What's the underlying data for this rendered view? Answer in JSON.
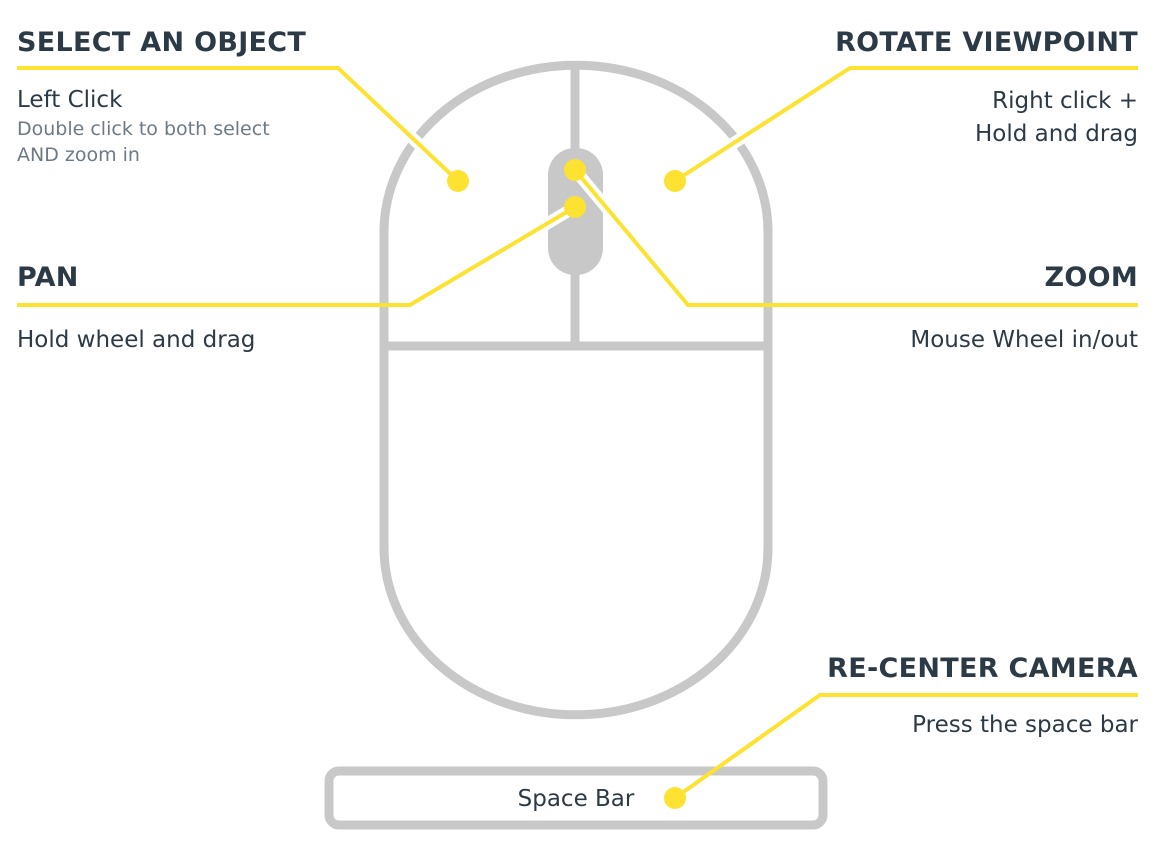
{
  "colors": {
    "accent": "#fde232",
    "heading": "#2c3a46",
    "subtext": "#6d7a86",
    "mouse": "#c8c8c8"
  },
  "select": {
    "title": "SELECT AN OBJECT",
    "line1": "Left Click",
    "line2": "Double click to both select",
    "line3": "AND zoom in"
  },
  "rotate": {
    "title": "ROTATE VIEWPOINT",
    "line1": "Right click +",
    "line2": "Hold and drag"
  },
  "pan": {
    "title": "PAN",
    "line1": "Hold wheel and drag"
  },
  "zoom": {
    "title": "ZOOM",
    "line1": "Mouse Wheel in/out"
  },
  "recenter": {
    "title": "RE-CENTER CAMERA",
    "line1": "Press the space bar"
  },
  "spacebar": {
    "label": "Space Bar"
  }
}
